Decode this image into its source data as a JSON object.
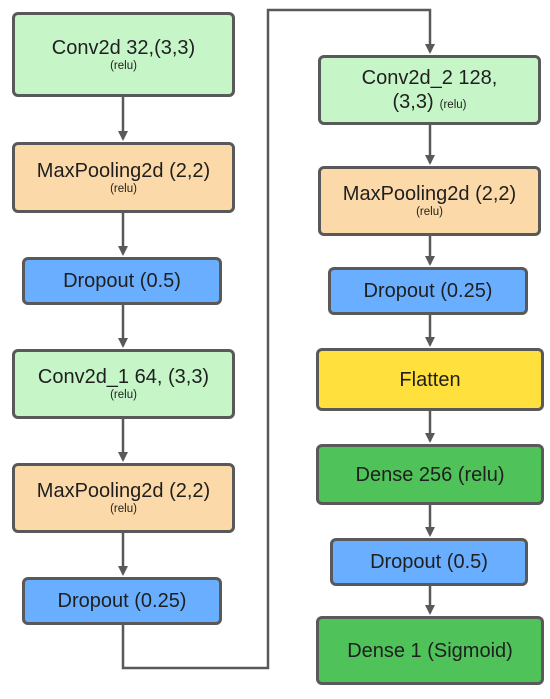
{
  "colors": {
    "conv": "#c6f5c8",
    "pool": "#fcd9a8",
    "dropout": "#6aaeff",
    "flatten": "#ffe03c",
    "dense": "#4fc259",
    "border": "#595959",
    "arrow": "#595959"
  },
  "left_column": [
    {
      "id": "conv1",
      "label": "Conv2d 32,(3,3)",
      "sub": "(relu)"
    },
    {
      "id": "pool1",
      "label": "MaxPooling2d (2,2)",
      "sub": "(relu)"
    },
    {
      "id": "drop1",
      "label": "Dropout (0.5)"
    },
    {
      "id": "conv2",
      "label": "Conv2d_1 64, (3,3)",
      "sub": "(relu)"
    },
    {
      "id": "pool2",
      "label": "MaxPooling2d (2,2)",
      "sub": "(relu)"
    },
    {
      "id": "drop2",
      "label": "Dropout (0.25)"
    }
  ],
  "right_column": [
    {
      "id": "conv3",
      "label": "Conv2d_2 128,",
      "label2": "(3,3)",
      "sub": "(relu)"
    },
    {
      "id": "pool3",
      "label": "MaxPooling2d (2,2)",
      "sub": "(relu)"
    },
    {
      "id": "drop3",
      "label": "Dropout (0.25)"
    },
    {
      "id": "flatten",
      "label": "Flatten"
    },
    {
      "id": "dense1",
      "label": "Dense 256 (relu)"
    },
    {
      "id": "drop4",
      "label": "Dropout (0.5)"
    },
    {
      "id": "dense2",
      "label": "Dense 1 (Sigmoid)"
    }
  ]
}
